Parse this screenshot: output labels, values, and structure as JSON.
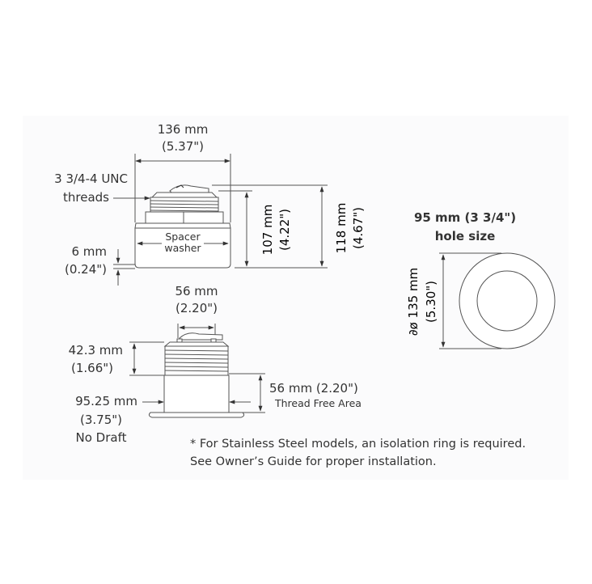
{
  "top_view": {
    "width_mm": "136 mm",
    "width_in": "(5.37\")",
    "thread_spec": "3 3/4-4 UNC",
    "thread_label": "threads",
    "spacer_line1": "Spacer",
    "spacer_line2": "washer",
    "washer_mm": "6 mm",
    "washer_in": "(0.24\")",
    "height_107_mm": "107 mm",
    "height_107_in": "(4.22\")",
    "height_118_mm": "118 mm",
    "height_118_in": "(4.67\")"
  },
  "bottom_view": {
    "top_width_mm": "56 mm",
    "top_width_in": "(2.20\")",
    "thread_height_mm": "42.3 mm",
    "thread_height_in": "(1.66\")",
    "base_dia_mm": "95.25 mm",
    "base_dia_in": "(3.75\")",
    "base_note": "No Draft",
    "thread_free": "56 mm (2.20\")",
    "thread_free_label": "Thread Free Area"
  },
  "hole_view": {
    "title_line1": "95 mm (3 3/4\")",
    "title_line2": "hole size",
    "dia_mm": "∂ø 135 mm",
    "dia_in": "(5.30\")"
  },
  "footnote": {
    "line1": "* For Stainless Steel models, an isolation ring is required.",
    "line2": "See Owner’s Guide for proper installation."
  },
  "colors": {
    "line": "#555555",
    "text": "#333333",
    "panel": "#fbfbfc"
  }
}
